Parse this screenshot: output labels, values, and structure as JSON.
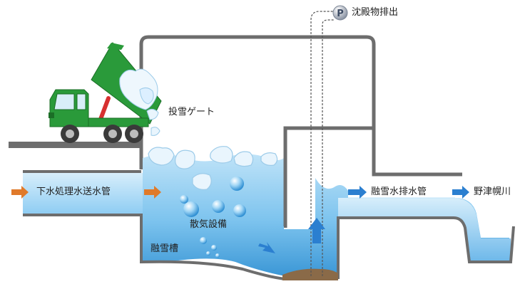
{
  "labels": {
    "sediment_discharge": "沈殿物排出",
    "snow_gate": "投雪ゲート",
    "sewage_pipe": "下水処理水送水管",
    "aeration": "散気設備",
    "melting_tank": "融雪槽",
    "drain_pipe": "融雪水排水管",
    "river": "野津幌川",
    "pump_badge": "P"
  },
  "colors": {
    "water_light": "#cfe9fa",
    "water_mid": "#8fcdf3",
    "water_deep": "#3f9fdc",
    "wall": "#6d6d6d",
    "truck_green": "#2a9a3a",
    "arrow_blue": "#2b7fd0",
    "arrow_orange": "#e07a2a",
    "sediment": "#8a6a48"
  },
  "icons": {
    "truck": "dump-truck-icon",
    "pump": "pump-icon",
    "bubbles": "air-bubble-icon"
  }
}
